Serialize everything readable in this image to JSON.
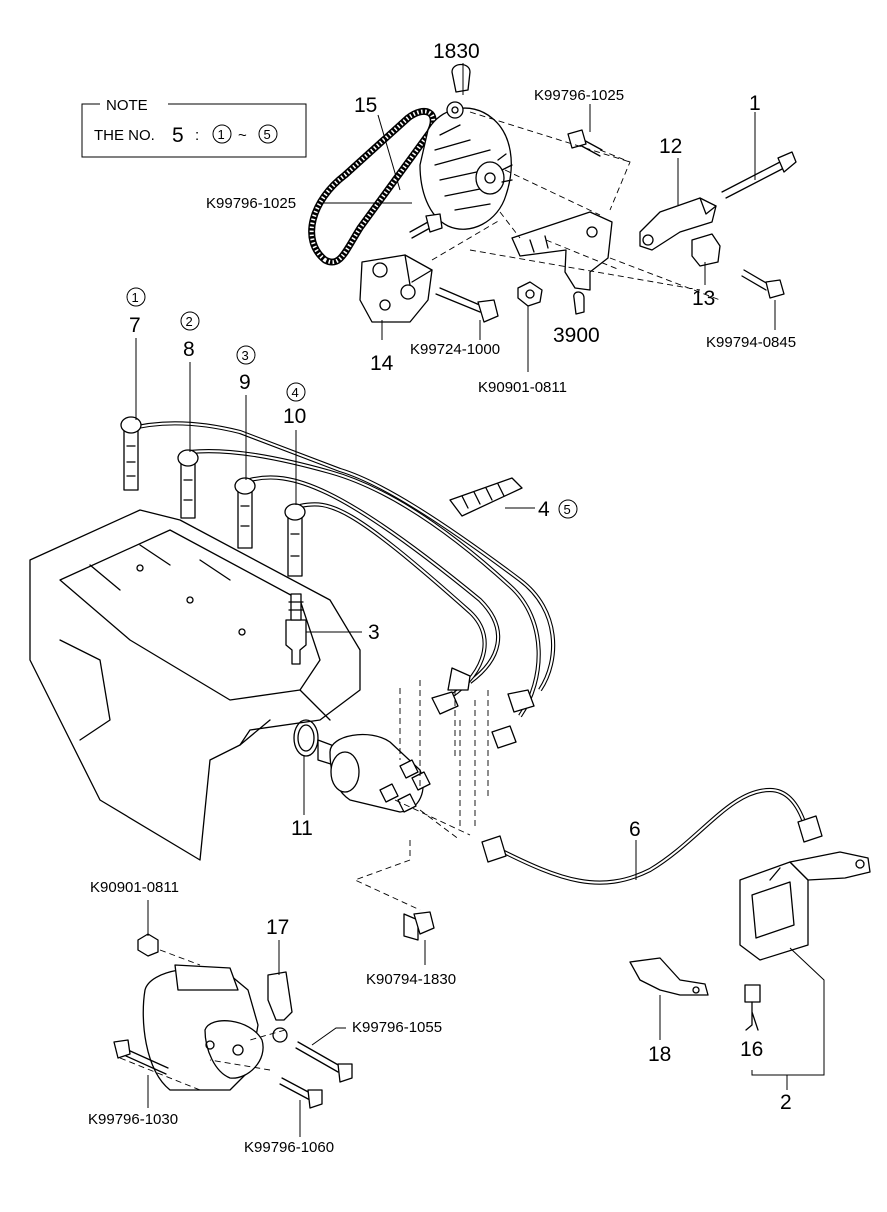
{
  "note": {
    "title": "NOTE",
    "prefix": "THE NO.",
    "number": "5",
    "sep": ":",
    "from": "1",
    "tilde": "~",
    "to": "5"
  },
  "labels": {
    "p1830": "1830",
    "p15": "15",
    "k_1025_top": "K99796-1025",
    "p1": "1",
    "p12": "12",
    "k_1025_mid": "K99796-1025",
    "p13": "13",
    "p14": "14",
    "k_1000": "K99724-1000",
    "p3900": "3900",
    "k_0845": "K99794-0845",
    "k_0811_top": "K90901-0811",
    "c1": "1",
    "c2": "2",
    "c3": "3",
    "c4": "4",
    "c5": "5",
    "p7": "7",
    "p8": "8",
    "p9": "9",
    "p10": "10",
    "p4": "4",
    "p3": "3",
    "p11": "11",
    "p6": "6",
    "k_0811_bot": "K90901-0811",
    "p17": "17",
    "k_1830": "K90794-1830",
    "k_1055": "K99796-1055",
    "k_1030": "K99796-1030",
    "k_1060": "K99796-1060",
    "p18": "18",
    "p16": "16",
    "p2": "2"
  }
}
